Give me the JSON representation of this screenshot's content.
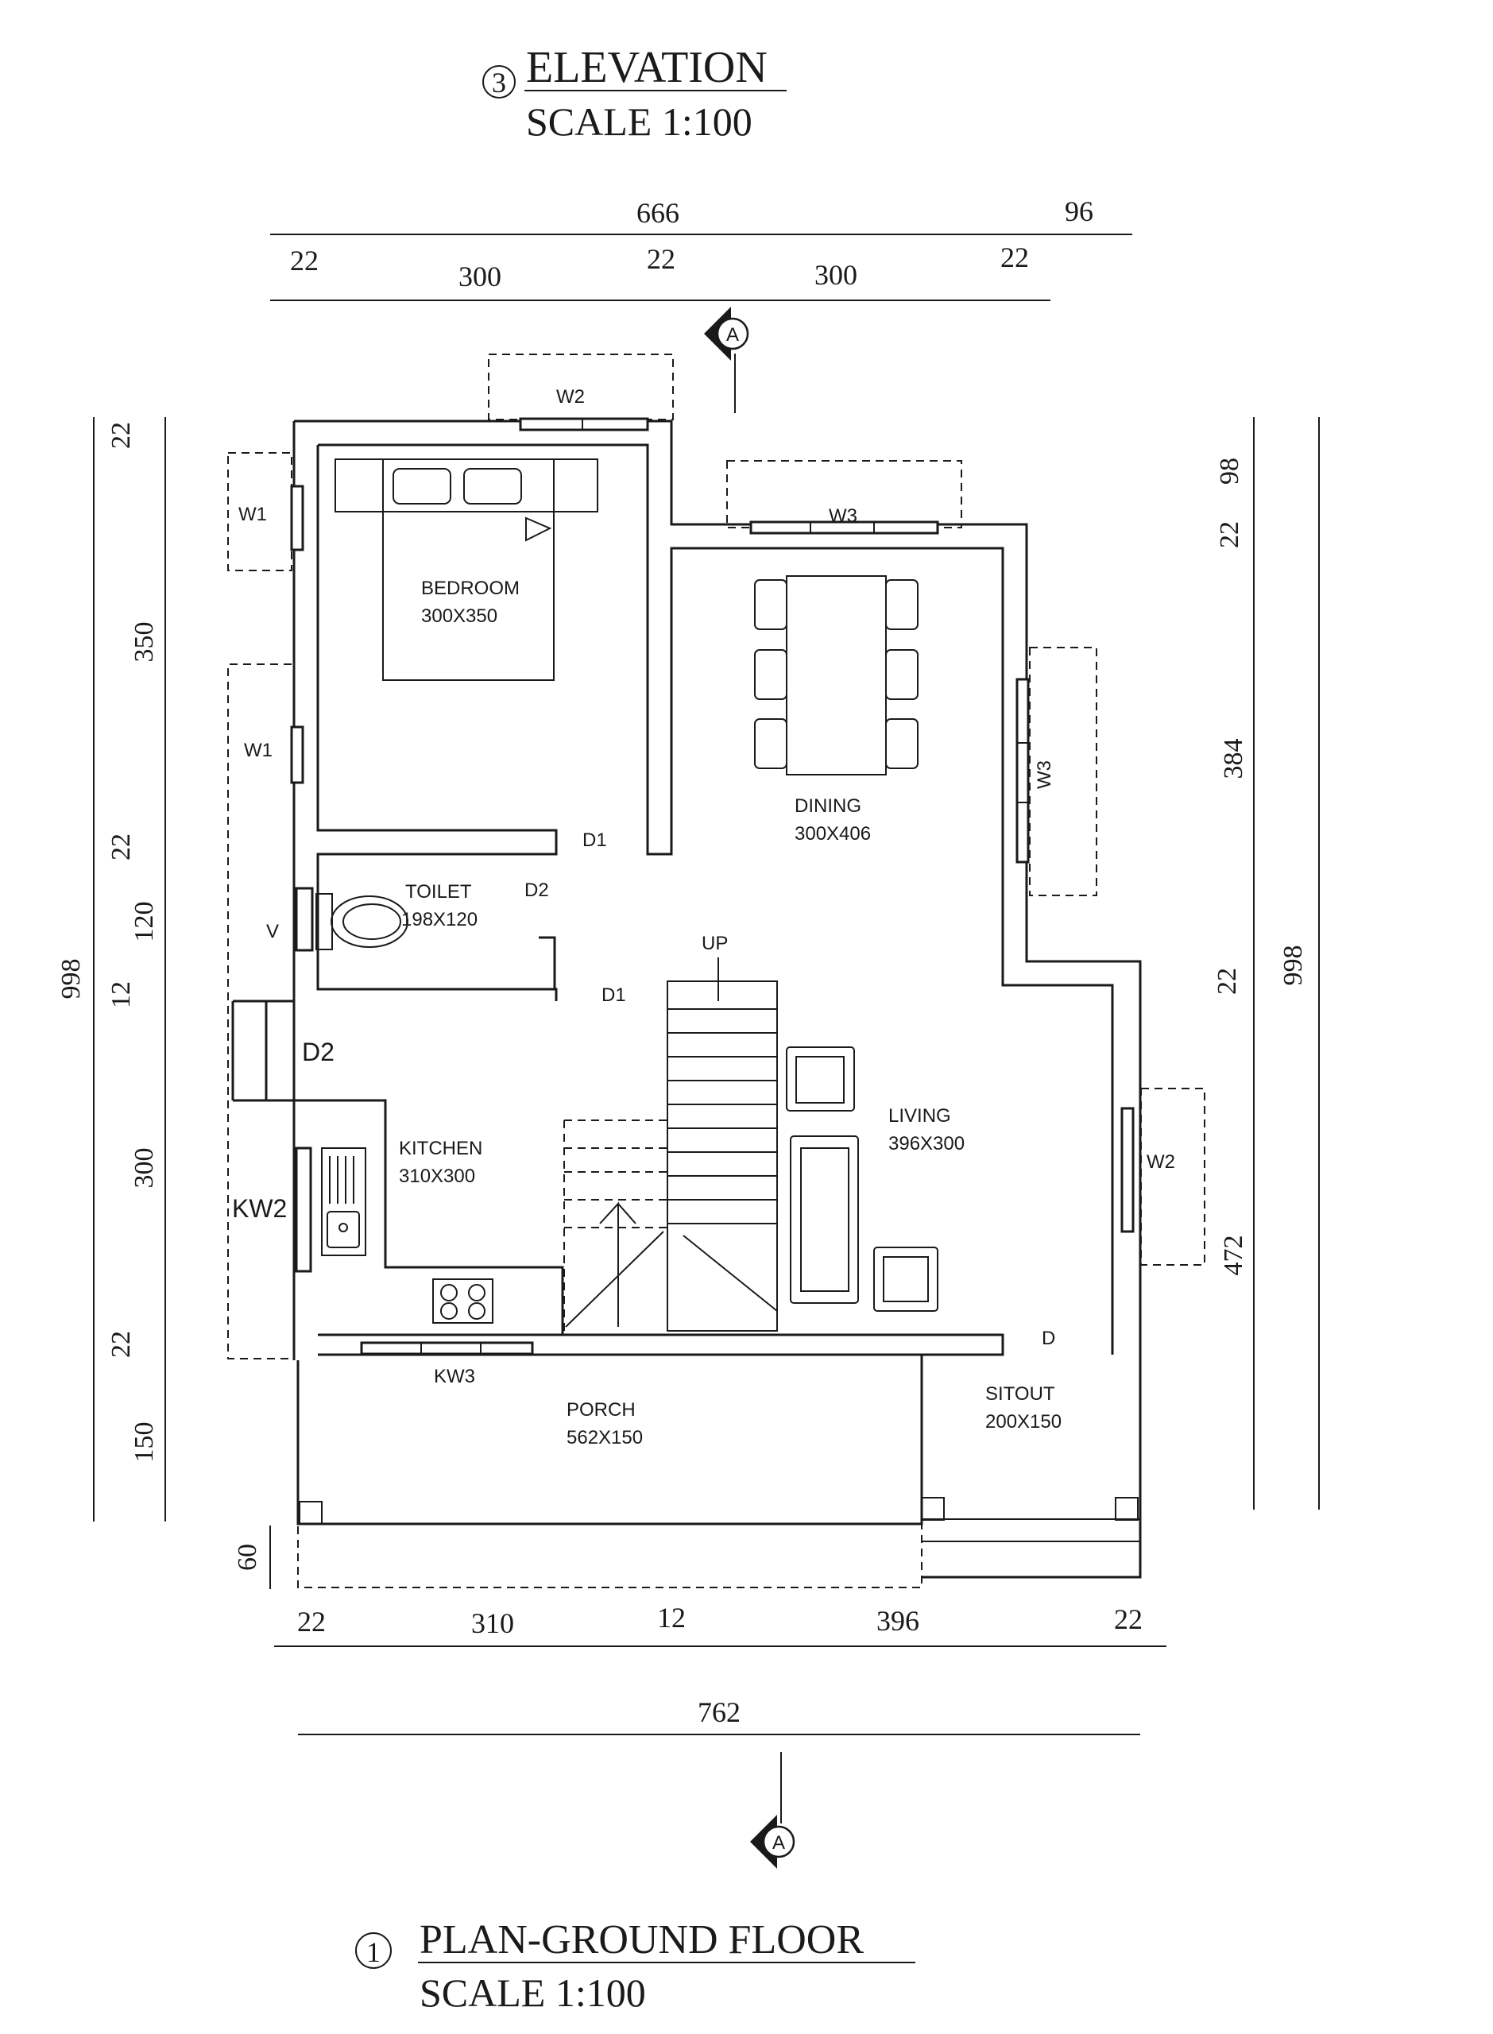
{
  "elevation_heading": {
    "number": "3",
    "title": "ELEVATION",
    "scale": "SCALE  1:100"
  },
  "plan_heading": {
    "number": "1",
    "title": "PLAN-GROUND FLOOR",
    "scale": "SCALE  1:100"
  },
  "section_marker": "A",
  "rooms": {
    "bedroom": {
      "name": "BEDROOM",
      "size": "300X350"
    },
    "dining": {
      "name": "DINING",
      "size": "300X406"
    },
    "toilet": {
      "name": "TOILET",
      "size": "198X120"
    },
    "kitchen": {
      "name": "KITCHEN",
      "size": "310X300"
    },
    "living": {
      "name": "LIVING",
      "size": "396X300"
    },
    "porch": {
      "name": "PORCH",
      "size": "562X150"
    },
    "sitout": {
      "name": "SITOUT",
      "size": "200X150"
    }
  },
  "openings": {
    "w2_top": "W2",
    "w1_upper": "W1",
    "w3_top": "W3",
    "w1_lower": "W1",
    "w3_right": "W3",
    "d1_upper": "D1",
    "d2_toilet": "D2",
    "v": "V",
    "d1_lower": "D1",
    "up": "UP",
    "d2_left": "D2",
    "w2_right": "W2",
    "kw2": "KW2",
    "kw3": "KW3",
    "d_main": "D"
  },
  "dimensions": {
    "top": {
      "overall": "666",
      "overhang": "96",
      "segments": [
        "22",
        "300",
        "22",
        "300",
        "22"
      ]
    },
    "left": {
      "overall": "998",
      "segments": [
        "22",
        "350",
        "22",
        "120",
        "12",
        "300",
        "22",
        "150"
      ],
      "plinth": "60"
    },
    "right": {
      "overall": "998",
      "segments": [
        "98",
        "22",
        "384",
        "22",
        "472"
      ]
    },
    "bottom": {
      "overall": "762",
      "segments": [
        "22",
        "310",
        "12",
        "396",
        "22"
      ]
    }
  }
}
